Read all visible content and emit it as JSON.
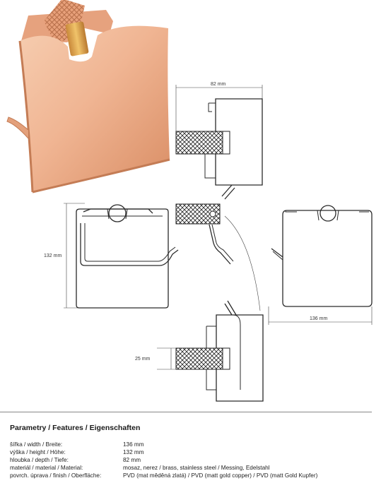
{
  "dimensions": {
    "depth": "82 mm",
    "height": "132 mm",
    "width": "136 mm",
    "post": "25 mm"
  },
  "parameters": {
    "title": "Parametry / Features / Eigenschaften",
    "rows": [
      {
        "label": "šířka / width / Breite:",
        "value": "136 mm"
      },
      {
        "label": "výška / height / Höhe:",
        "value": "132 mm"
      },
      {
        "label": "hloubka / depth / Tiefe:",
        "value": "82 mm"
      },
      {
        "label": "materiál / material / Material:",
        "value": "mosaz, nerez / brass, stainless steel / Messing, Edelstahl"
      },
      {
        "label": "povrch. úprava / finish / Oberfläche:",
        "value": "PVD (mat měděná zlatá) / PVD (matt gold copper) / PVD (matt Gold Kupfer)"
      }
    ]
  },
  "colors": {
    "copper_light": "#f3c1a2",
    "copper_mid": "#e9a27c",
    "copper_dark": "#c9784f",
    "gold": "#dba64e"
  }
}
